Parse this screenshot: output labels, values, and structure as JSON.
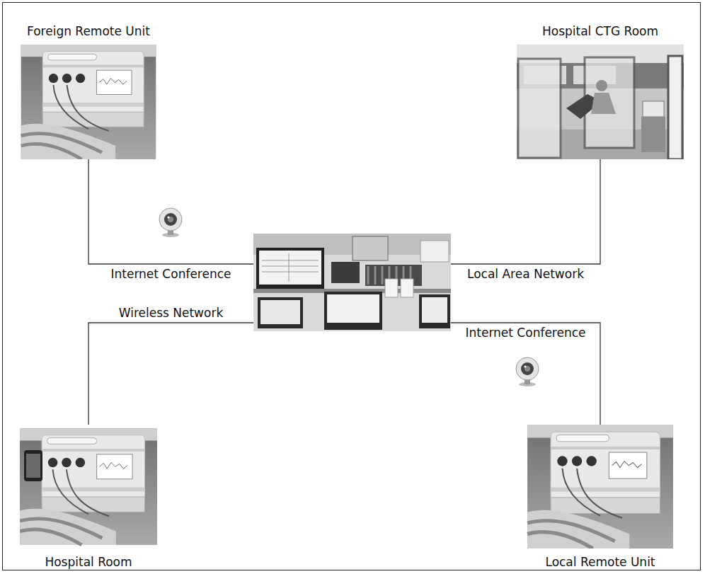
{
  "diagram": {
    "nodes": [
      {
        "text": [
          "Foreign Remote Unit"
        ]
      },
      {
        "text": [
          "Hospital CTG Room"
        ]
      },
      {
        "text": []
      },
      {
        "text": [
          "Hospital Room"
        ]
      },
      {
        "text": [
          "Local Remote Unit"
        ]
      }
    ],
    "edges": [
      {
        "from": 0,
        "to": 2,
        "arrow": "none",
        "label": "Internet Conference"
      },
      {
        "from": 1,
        "to": 2,
        "arrow": "none",
        "label": "Local Area Network"
      },
      {
        "from": 3,
        "to": 2,
        "arrow": "none",
        "label": "Wireless Network"
      },
      {
        "from": 4,
        "to": 2,
        "arrow": "none",
        "label": "Internet Conference"
      }
    ]
  }
}
